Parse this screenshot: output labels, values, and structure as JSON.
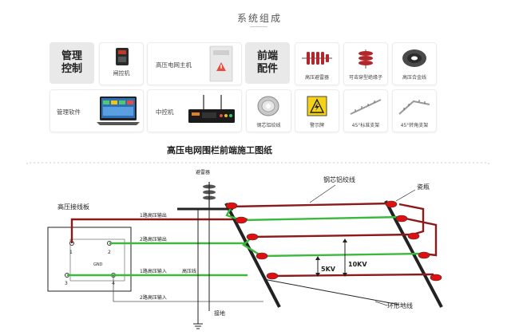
{
  "header": {
    "title": "系统组成"
  },
  "categories": {
    "control": "管理\n控制",
    "frontend": "前端\n配件"
  },
  "cards": {
    "gate_controller": "闸控机",
    "host": "高压电网主机",
    "software": "管理软件",
    "central": "中控机",
    "arrester": "高压避雷器",
    "insulator": "可击穿型绝缘子",
    "alloy_wire": "高压合金线",
    "steel_wire": "钢芯铝绞线",
    "warning_sign": "警示牌",
    "bracket_45": "45°标准支架",
    "bracket_45_turn": "45°转角支架"
  },
  "diagram": {
    "title": "高压电网围栏前端施工图纸",
    "arrester": "避雷器",
    "board": "高压接线板",
    "steel_wire": "钢芯铝绞线",
    "insulator": "瓷瓶",
    "out1": "1路高压输出",
    "out2": "2路高压输出",
    "in1": "1路高压输入",
    "in2": "2路高压输入",
    "hv_line": "高压线",
    "v5": "5KV",
    "v10": "10KV",
    "ground": "接地",
    "ring_ground": "环形地线",
    "gnd": "GND",
    "t1": "1",
    "t2": "2",
    "t3": "3",
    "t4": "4"
  },
  "colors": {
    "red_wire": "#8b1a1a",
    "green_wire": "#3cb83c",
    "insulator_red": "#e01010"
  }
}
